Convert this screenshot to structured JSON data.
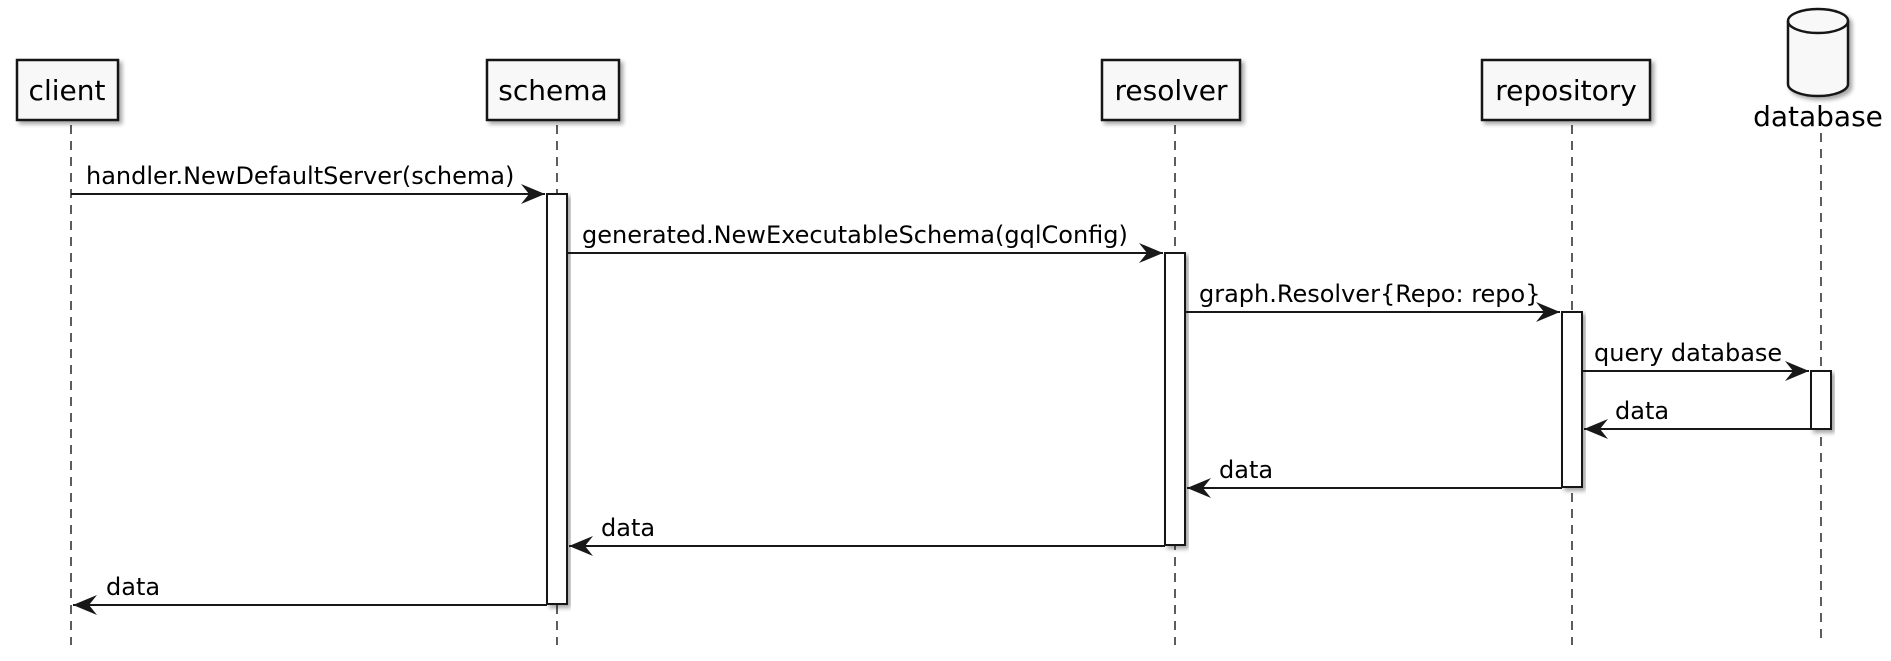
{
  "diagram": {
    "type": "sequence",
    "participants": [
      {
        "id": "client",
        "label": "client",
        "kind": "participant"
      },
      {
        "id": "schema",
        "label": "schema",
        "kind": "participant"
      },
      {
        "id": "resolver",
        "label": "resolver",
        "kind": "participant"
      },
      {
        "id": "repository",
        "label": "repository",
        "kind": "participant"
      },
      {
        "id": "database",
        "label": "database",
        "kind": "database"
      }
    ],
    "messages": [
      {
        "from": "client",
        "to": "schema",
        "label": "handler.NewDefaultServer(schema)"
      },
      {
        "from": "schema",
        "to": "resolver",
        "label": "generated.NewExecutableSchema(gqlConfig)"
      },
      {
        "from": "resolver",
        "to": "repository",
        "label": "graph.Resolver{Repo: repo}"
      },
      {
        "from": "repository",
        "to": "database",
        "label": "query database"
      },
      {
        "from": "database",
        "to": "repository",
        "label": "data"
      },
      {
        "from": "repository",
        "to": "resolver",
        "label": "data"
      },
      {
        "from": "resolver",
        "to": "schema",
        "label": "data"
      },
      {
        "from": "schema",
        "to": "client",
        "label": "data"
      }
    ]
  },
  "colors": {
    "box_fill": "#f8f8f8",
    "stroke": "#181818",
    "text": "#000000",
    "background": "#ffffff"
  }
}
